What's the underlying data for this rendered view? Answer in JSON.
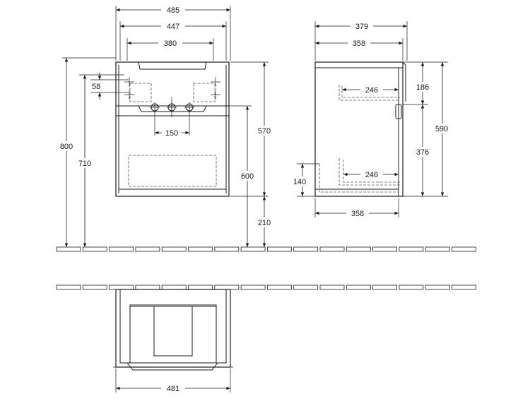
{
  "front_view": {
    "dimensions": {
      "overall_width": "485",
      "inner_width": "447",
      "basin_width": "380",
      "tap_offset": "58",
      "tap_spacing": "150",
      "overall_height": "800",
      "outlet_height": "710",
      "cabinet_height": "570",
      "floor_to_top": "600",
      "floor_clearance": "210"
    }
  },
  "side_view": {
    "dimensions": {
      "overall_depth": "379",
      "top_depth": "358",
      "bottom_depth": "358",
      "upper_drawer_depth": "246",
      "lower_drawer_depth": "246",
      "upper_height": "186",
      "lower_height": "376",
      "total_height": "590",
      "plinth_height": "140"
    }
  },
  "top_view": {
    "dimensions": {
      "width": "481"
    }
  }
}
